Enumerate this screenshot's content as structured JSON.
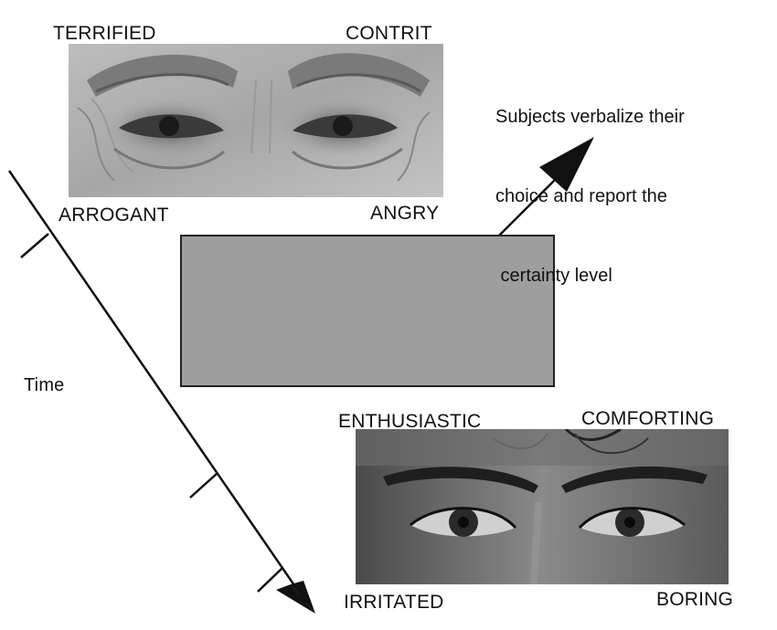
{
  "trial_1": {
    "labels": {
      "top_left": "TERRIFIED",
      "top_right": "CONTRIT",
      "bottom_left": "ARROGANT",
      "bottom_right": "ANGRY"
    }
  },
  "trial_2": {
    "labels": {
      "top_left": "ENTHUSIASTIC",
      "top_right": "COMFORTING",
      "bottom_left": "IRRITATED",
      "bottom_right": "BORING"
    }
  },
  "response_note": {
    "line1": "Subjects verbalize their",
    "line2": "choice and report the",
    "line3": " certainty level"
  },
  "timeline": {
    "label": "Time"
  },
  "colors": {
    "mask_gray": "#9e9e9e",
    "stroke": "#111111"
  }
}
